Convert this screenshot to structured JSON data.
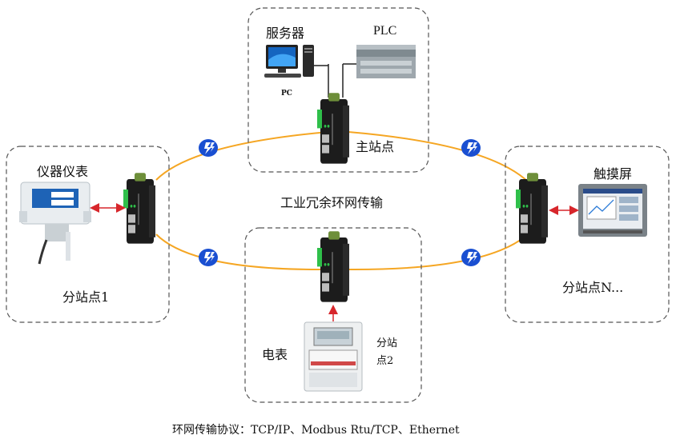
{
  "diagram": {
    "ring_label": "工业冗余环网传输",
    "protocol_caption": "环网传输协议：TCP/IP、Modbus Rtu/TCP、Ethernet",
    "nodes": {
      "main": {
        "label": "主站点",
        "server_label": "服务器",
        "pc_label": "PC",
        "plc_label": "PLC"
      },
      "sub1": {
        "label": "分站点1",
        "device_label": "仪器仪表"
      },
      "sub2": {
        "label_line1": "分站",
        "label_line2": "点2",
        "device_label": "电表"
      },
      "subN": {
        "label": "分站点N...",
        "device_label": "触摸屏"
      }
    }
  },
  "colors": {
    "ring": "#f5a623",
    "link_arrow_red": "#d7262b",
    "wireless_badge": "#1a4fd1",
    "switch_body": "#1c1c1c",
    "switch_green": "#2fbf4a",
    "dashed_border": "#555555"
  }
}
